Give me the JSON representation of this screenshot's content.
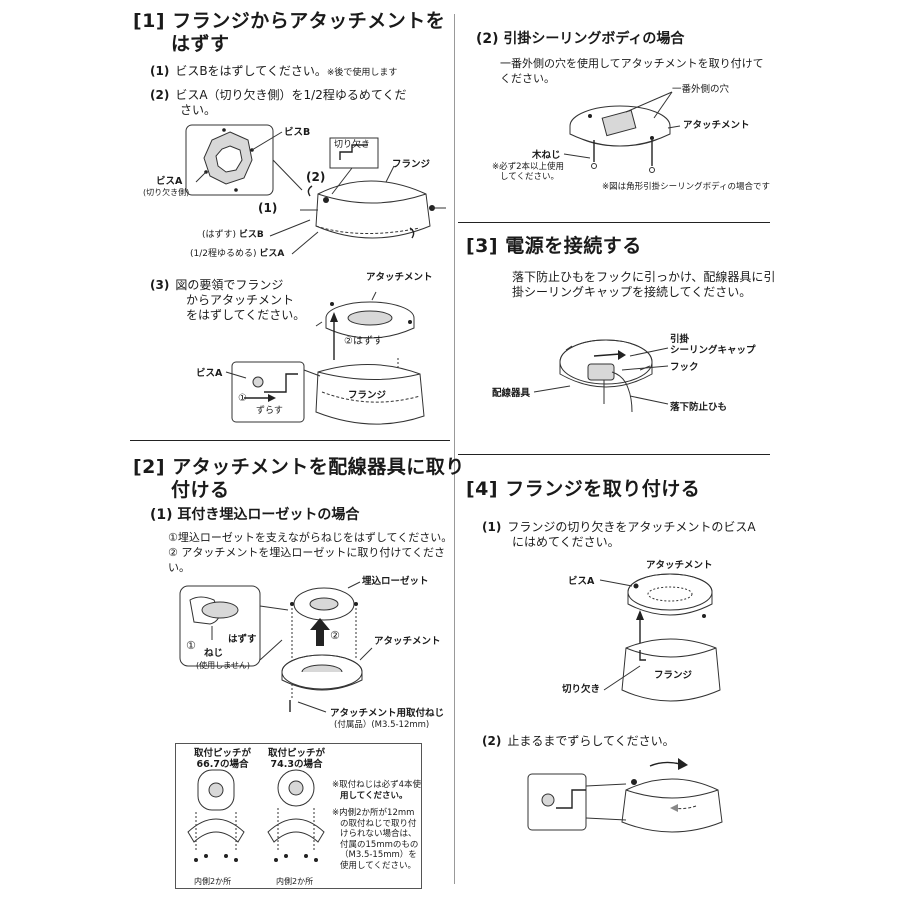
{
  "s1": {
    "title_line1": "[1] フランジからアタッチメントを",
    "title_line2": "はずす",
    "step1": {
      "num": "(1)",
      "text": "ビスBをはずしてください。",
      "note": "※後で使用します"
    },
    "step2": {
      "num": "(2)",
      "text_line1": "ビスA（切り欠き側）を1/2程ゆるめてくだ",
      "text_line2": "さい。"
    },
    "fig1": {
      "bisb": "ビスB",
      "bisa": "ビスA",
      "bisa_sub": "(切り欠き側)",
      "kirikaki": "切り欠き",
      "flange": "フランジ",
      "mark1": "(1)",
      "mark2": "(2)",
      "hazusu": "(はずす)",
      "hazusu_bisb": "ビスB",
      "yurumeru": "(1/2程ゆるめる)",
      "yurumeru_bisa": "ビスA"
    },
    "step3": {
      "num": "(3)",
      "text_line1": "図の要領でフランジ",
      "text_line2": "からアタッチメント",
      "text_line3": "をはずしてください。"
    },
    "fig2": {
      "attachment": "アタッチメント",
      "hazusu2": "②はずす",
      "bisa": "ビスA",
      "flange": "フランジ",
      "zurasu_num": "①",
      "zurasu": "ずらす"
    }
  },
  "s2": {
    "title_line1": "[2] アタッチメントを配線器具に取り",
    "title_line2": "付ける",
    "sub1": "(1) 耳付き埋込ローゼットの場合",
    "note1": "①埋込ローゼットを支えながらねじをはずしてください。",
    "note2_line1": "② アタッチメントを埋込ローゼットに取り付けてくださ",
    "note2_line2": "い。",
    "fig": {
      "umekomi": "埋込ローゼット",
      "circ2": "②",
      "attachment": "アタッチメント",
      "circ1": "①",
      "hazusu": "はずす",
      "neji": "ねじ",
      "neji_sub": "(使用しません)",
      "screw_label": "アタッチメント用取付ねじ",
      "screw_sub": "(付属品）(M3.5-12mm)"
    },
    "box": {
      "pitch1_line1": "取付ピッチが",
      "pitch1_line2": "66.7の場合",
      "pitch2_line1": "取付ピッチが",
      "pitch2_line2": "74.3の場合",
      "note_a_line1": "※取付ねじは必ず4本使",
      "note_a_line2": "用してください。",
      "note_b_line1": "※内側2か所が12mm",
      "note_b_line2": "の取付ねじで取り付",
      "note_b_line3": "けられない場合は、",
      "note_b_line4": "付属の15mmのもの",
      "note_b_line5": "（M3.5-15mm）を",
      "note_b_line6": "使用してください。",
      "inner1": "内側2か所",
      "inner2": "内側2か所"
    }
  },
  "s1b": {
    "sub": "(2) 引掛シーリングボディの場合",
    "text_line1": "一番外側の穴を使用してアタッチメントを取り付けて",
    "text_line2": "ください。",
    "fig": {
      "hole": "一番外側の穴",
      "attachment": "アタッチメント",
      "kineji": "木ねじ",
      "note_line1": "※必ず2本以上使用",
      "note_line2": "してください。",
      "note_right": "※図は角形引掛シーリングボディの場合です"
    }
  },
  "s3": {
    "title": "[3] 電源を接続する",
    "text_line1": "落下防止ひもをフックに引っかけ、配線器具に引",
    "text_line2": "掛シーリングキャップを接続してください。",
    "fig": {
      "cap_line1": "引掛",
      "cap_line2": "シーリングキャップ",
      "hook": "フック",
      "fixture": "配線器具",
      "string": "落下防止ひも"
    }
  },
  "s4": {
    "title": "[4] フランジを取り付ける",
    "step1": {
      "num": "(1)",
      "text_line1": "フランジの切り欠きをアタッチメントのビスA",
      "text_line2": "にはめてください。"
    },
    "fig1": {
      "attachment": "アタッチメント",
      "bisa": "ビスA",
      "flange": "フランジ",
      "kirikaki": "切り欠き"
    },
    "step2": {
      "num": "(2)",
      "text": "止まるまでずらしてください。"
    }
  }
}
